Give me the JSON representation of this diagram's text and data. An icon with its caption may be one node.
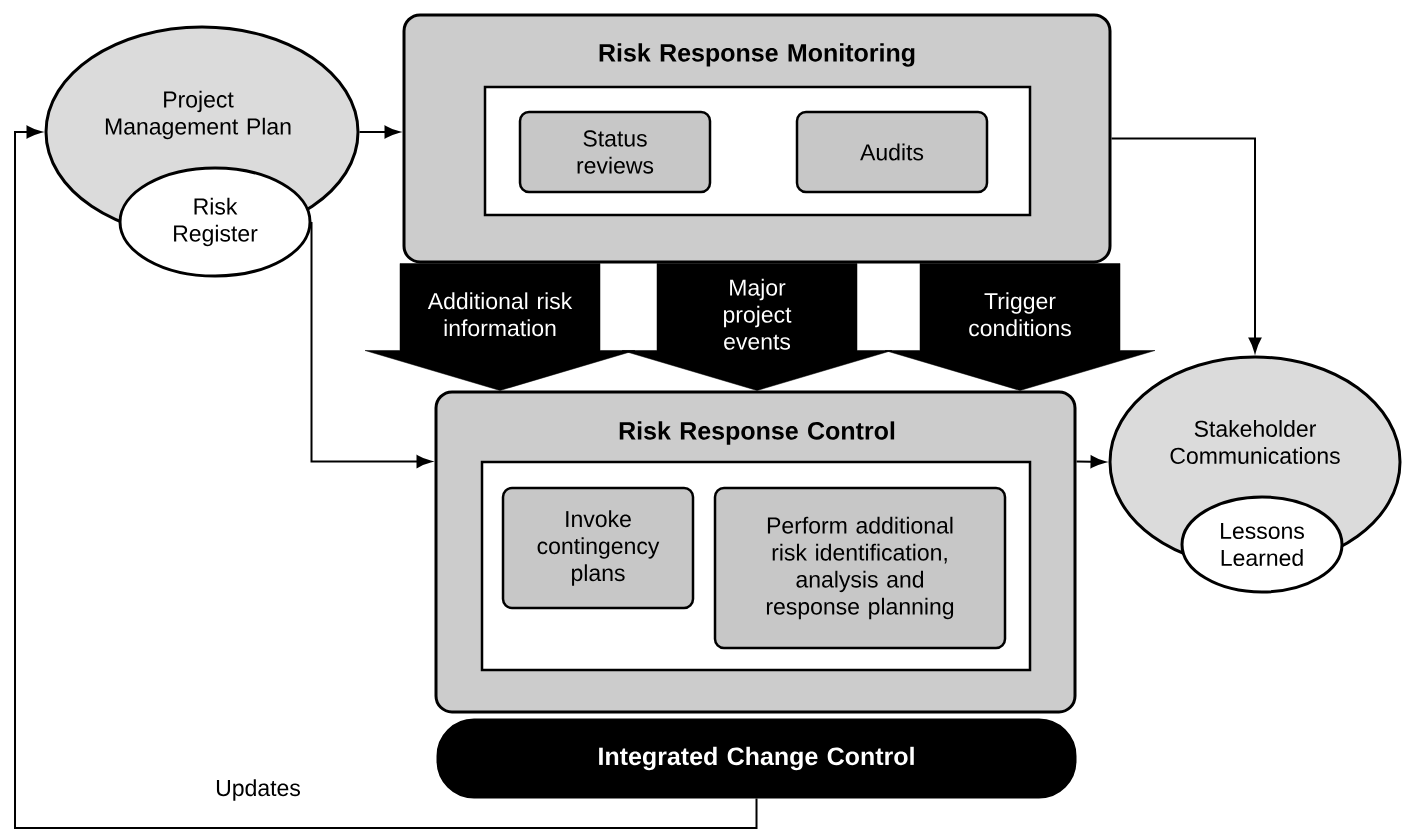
{
  "diagram": {
    "nodes": [
      {
        "text": [
          "Project Management Plan"
        ]
      },
      {
        "text": [
          "Risk Register"
        ]
      },
      {
        "text": [
          "Risk Response Monitoring"
        ]
      },
      {
        "text": [],
        "shape": "box",
        "in": 2
      },
      {
        "text": [
          "Status reviews"
        ],
        "in": 3
      },
      {
        "text": [
          "Audits"
        ],
        "in": 3
      },
      {
        "text": [
          "Risk Response Control"
        ]
      },
      {
        "text": [],
        "shape": "box",
        "in": 6
      },
      {
        "text": [
          "Invoke contingency plans"
        ],
        "in": 7
      },
      {
        "text": [
          "Perform additional risk identification, analysis and response planning"
        ],
        "in": 7
      },
      {
        "text": [
          "Integrated Change Control"
        ]
      },
      {
        "text": [
          "Stakeholder Communications"
        ]
      },
      {
        "text": [
          "Lessons Learned"
        ]
      }
    ],
    "edges": [
      {
        "from": 0,
        "to": 2,
        "arrow": "to"
      },
      {
        "from": 1,
        "to": 6,
        "arrow": "to"
      },
      {
        "from": 2,
        "to": 6,
        "arrow": "to",
        "label": "Additional risk information",
        "style": "thick"
      },
      {
        "from": 2,
        "to": 6,
        "arrow": "to",
        "label": "Major project events",
        "style": "thick"
      },
      {
        "from": 2,
        "to": 6,
        "arrow": "to",
        "label": "Trigger conditions",
        "style": "thick"
      },
      {
        "from": 2,
        "to": 11,
        "arrow": "to"
      },
      {
        "from": 6,
        "to": 11,
        "arrow": "to"
      },
      {
        "from": 10,
        "to": 0,
        "arrow": "to",
        "label": "Updates"
      }
    ]
  }
}
